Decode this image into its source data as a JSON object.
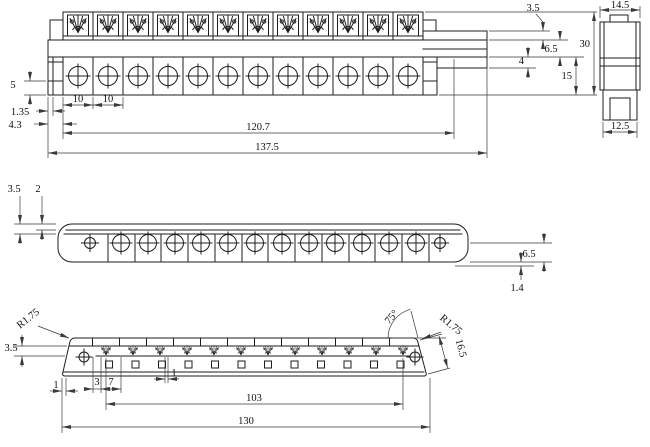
{
  "drawing": {
    "top_view": {
      "d_3_5": "3.5",
      "d_6_5": "6.5",
      "d_30": "30",
      "d_4": "4",
      "d_15": "15",
      "d_5": "5",
      "d_1_35": "1.35",
      "d_10_a": "10",
      "d_10_b": "10",
      "d_4_3": "4.3",
      "d_120_7": "120.7",
      "d_137_5": "137.5"
    },
    "side_view": {
      "d_14_5": "14.5",
      "d_12_5": "12.5"
    },
    "front_view": {
      "d_3_5": "3.5",
      "d_2": "2",
      "d_6_5": "6.5",
      "d_1_4": "1.4"
    },
    "bottom_view": {
      "r_left": "R1.75",
      "r_right": "R1.75",
      "angle": "75°",
      "d_16_5": "16.5",
      "d_3_5": "3.5",
      "d_1_a": "1",
      "d_3": "3",
      "d_7": "7",
      "d_1_b": "1",
      "d_103": "103",
      "d_130": "130"
    }
  }
}
